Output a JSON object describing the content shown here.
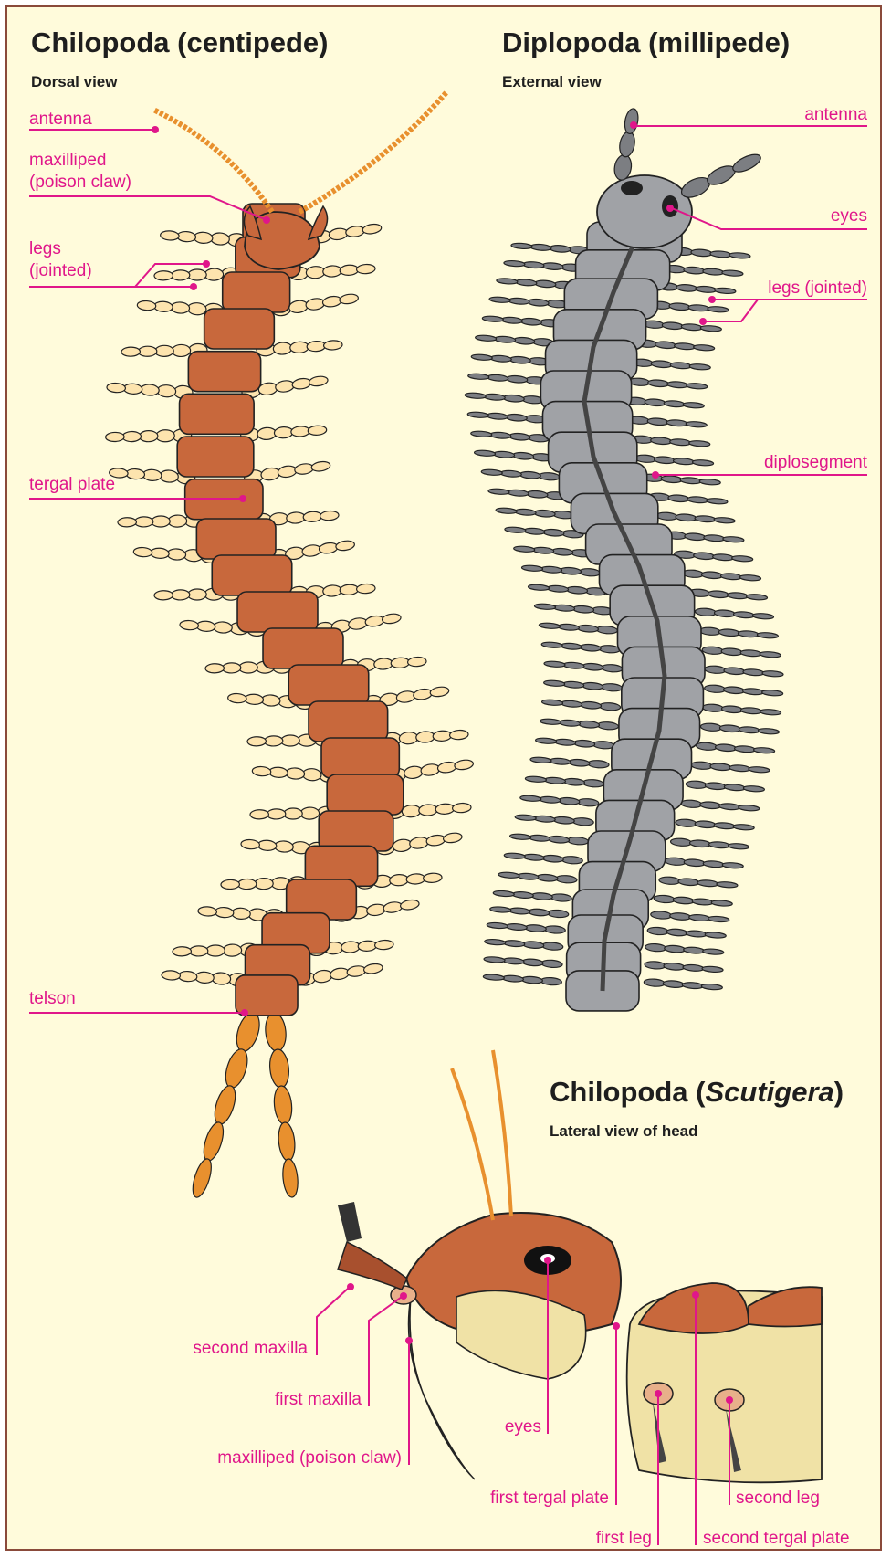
{
  "panels": {
    "centipede": {
      "title": "Chilopoda (centipede)",
      "subtitle": "Dorsal view",
      "labels": {
        "antenna": "antenna",
        "maxilliped_1": "maxilliped",
        "maxilliped_2": "(poison claw)",
        "legs_1": "legs",
        "legs_2": "(jointed)",
        "tergal_plate": "tergal plate",
        "telson": "telson"
      }
    },
    "millipede": {
      "title": "Diplopoda (millipede)",
      "subtitle": "External view",
      "labels": {
        "antenna": "antenna",
        "eyes": "eyes",
        "legs": "legs (jointed)",
        "diplosegment": "diplosegment"
      }
    },
    "scutigera": {
      "title_prefix": "Chilopoda (",
      "title_genus": "Scutigera",
      "title_suffix": ")",
      "subtitle": "Lateral view of head",
      "labels": {
        "second_maxilla": "second maxilla",
        "first_maxilla": "first maxilla",
        "maxilliped": "maxilliped (poison claw)",
        "eyes": "eyes",
        "first_tergal_plate": "first tergal plate",
        "first_leg": "first leg",
        "second_leg": "second leg",
        "second_tergal_plate": "second tergal plate"
      }
    }
  },
  "colors": {
    "background": "#fffbdb",
    "label": "#e0168a",
    "centipede_body": "#c8683c",
    "centipede_legs": "#fde4ae",
    "centipede_tail": "#e8902e",
    "millipede_body": "#a0a2a6",
    "millipede_legs": "#7c7e82"
  }
}
